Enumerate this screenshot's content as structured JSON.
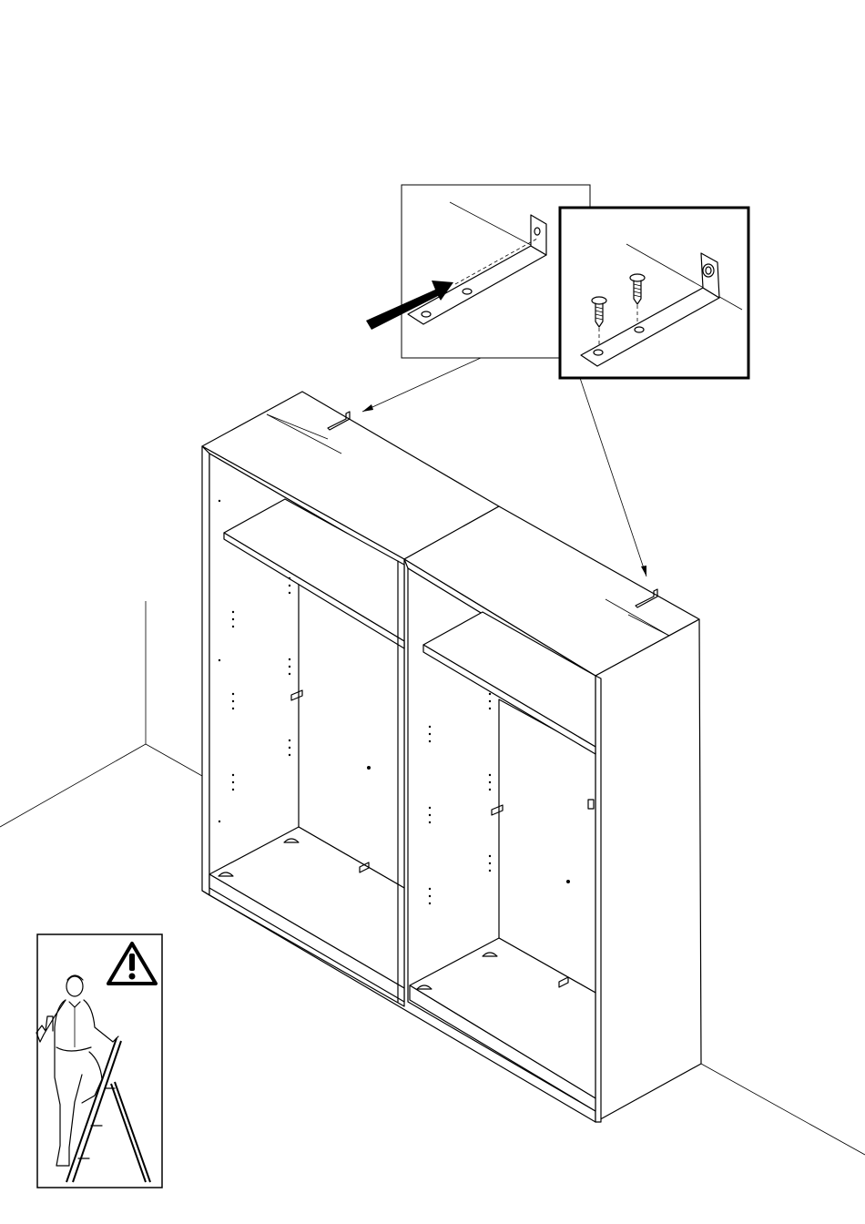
{
  "diagram": {
    "kind": "assembly-instruction",
    "step_content": [
      "wardrobe-carcass-pair",
      "wall-bracket-detail",
      "screw-fixing-detail",
      "ladder-safety-warning"
    ],
    "icons": [
      "warning-icon",
      "arrow-icon",
      "screw-icon",
      "bracket-icon",
      "person-on-ladder-icon"
    ]
  }
}
